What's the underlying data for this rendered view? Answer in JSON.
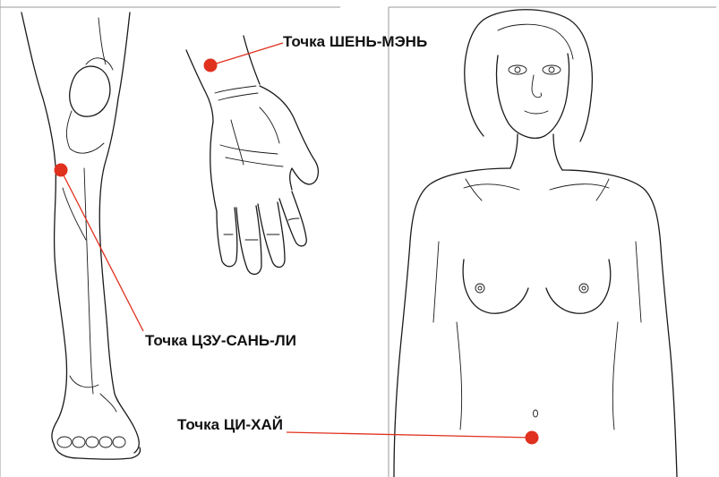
{
  "accent_color": "#e0301e",
  "points": [
    {
      "id": "shen-men",
      "label": "Точка ШЕНЬ-МЭНЬ",
      "location": "wrist"
    },
    {
      "id": "tszu-san-li",
      "label": "Точка ЦЗУ-САНЬ-ЛИ",
      "location": "shin"
    },
    {
      "id": "tsi-hai",
      "label": "Точка ЦИ-ХАЙ",
      "location": "abdomen"
    }
  ]
}
